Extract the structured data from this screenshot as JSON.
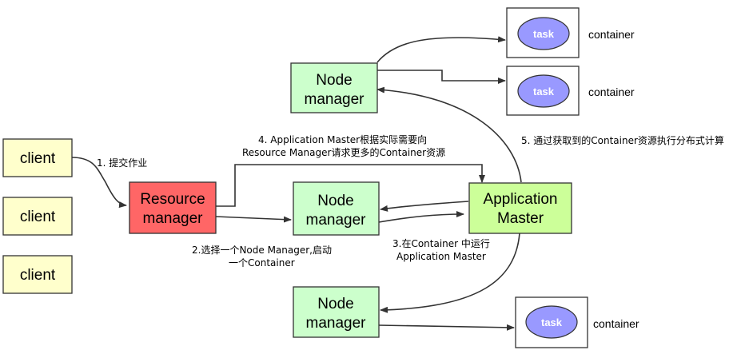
{
  "clients": [
    "client",
    "client",
    "client"
  ],
  "resource_manager": [
    "Resource",
    "manager"
  ],
  "node_manager": [
    "Node",
    "manager"
  ],
  "application_master": [
    "Application",
    "Master"
  ],
  "task_label": "task",
  "container_label": "container",
  "labels": {
    "submit_job": "1. 提交作业",
    "choose_nm_line1": "2.选择一个Node Manager,启动",
    "choose_nm_line2": "一个Container",
    "run_am_line1": "3.在Container 中运行",
    "run_am_line2": "Application Master",
    "request_more_line1": "4. Application Master根据实际需要向",
    "request_more_line2": "Resource Manager请求更多的Container资源",
    "execute": "5. 通过获取到的Container资源执行分布式计算"
  },
  "colors": {
    "client_fill": "#FFFFCC",
    "resource_manager_fill": "#FF6666",
    "node_manager_fill": "#CCFFCC",
    "application_master_fill": "#CCFF99",
    "task_fill": "#9999FF"
  }
}
